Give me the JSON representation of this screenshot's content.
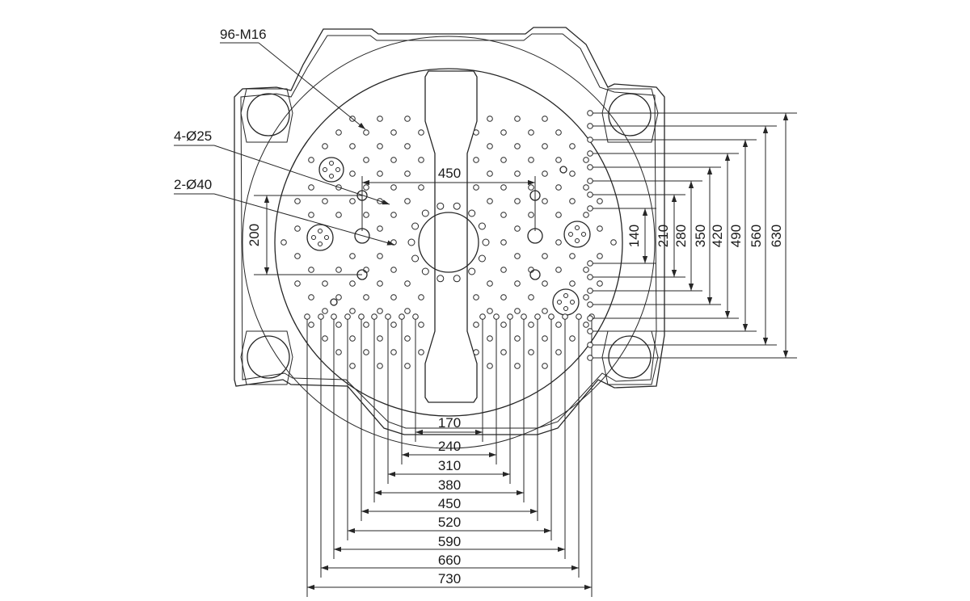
{
  "callouts": {
    "m16": "96-M16",
    "phi25": "4-Ø25",
    "phi40": "2-Ø40"
  },
  "dimensions": {
    "top": "450",
    "left": "200",
    "right": [
      "140",
      "210",
      "280",
      "350",
      "420",
      "490",
      "560",
      "630"
    ],
    "bottom": [
      "170",
      "240",
      "310",
      "380",
      "450",
      "520",
      "590",
      "660",
      "730"
    ]
  },
  "colors": {
    "line": "#262626",
    "background": "#ffffff"
  }
}
